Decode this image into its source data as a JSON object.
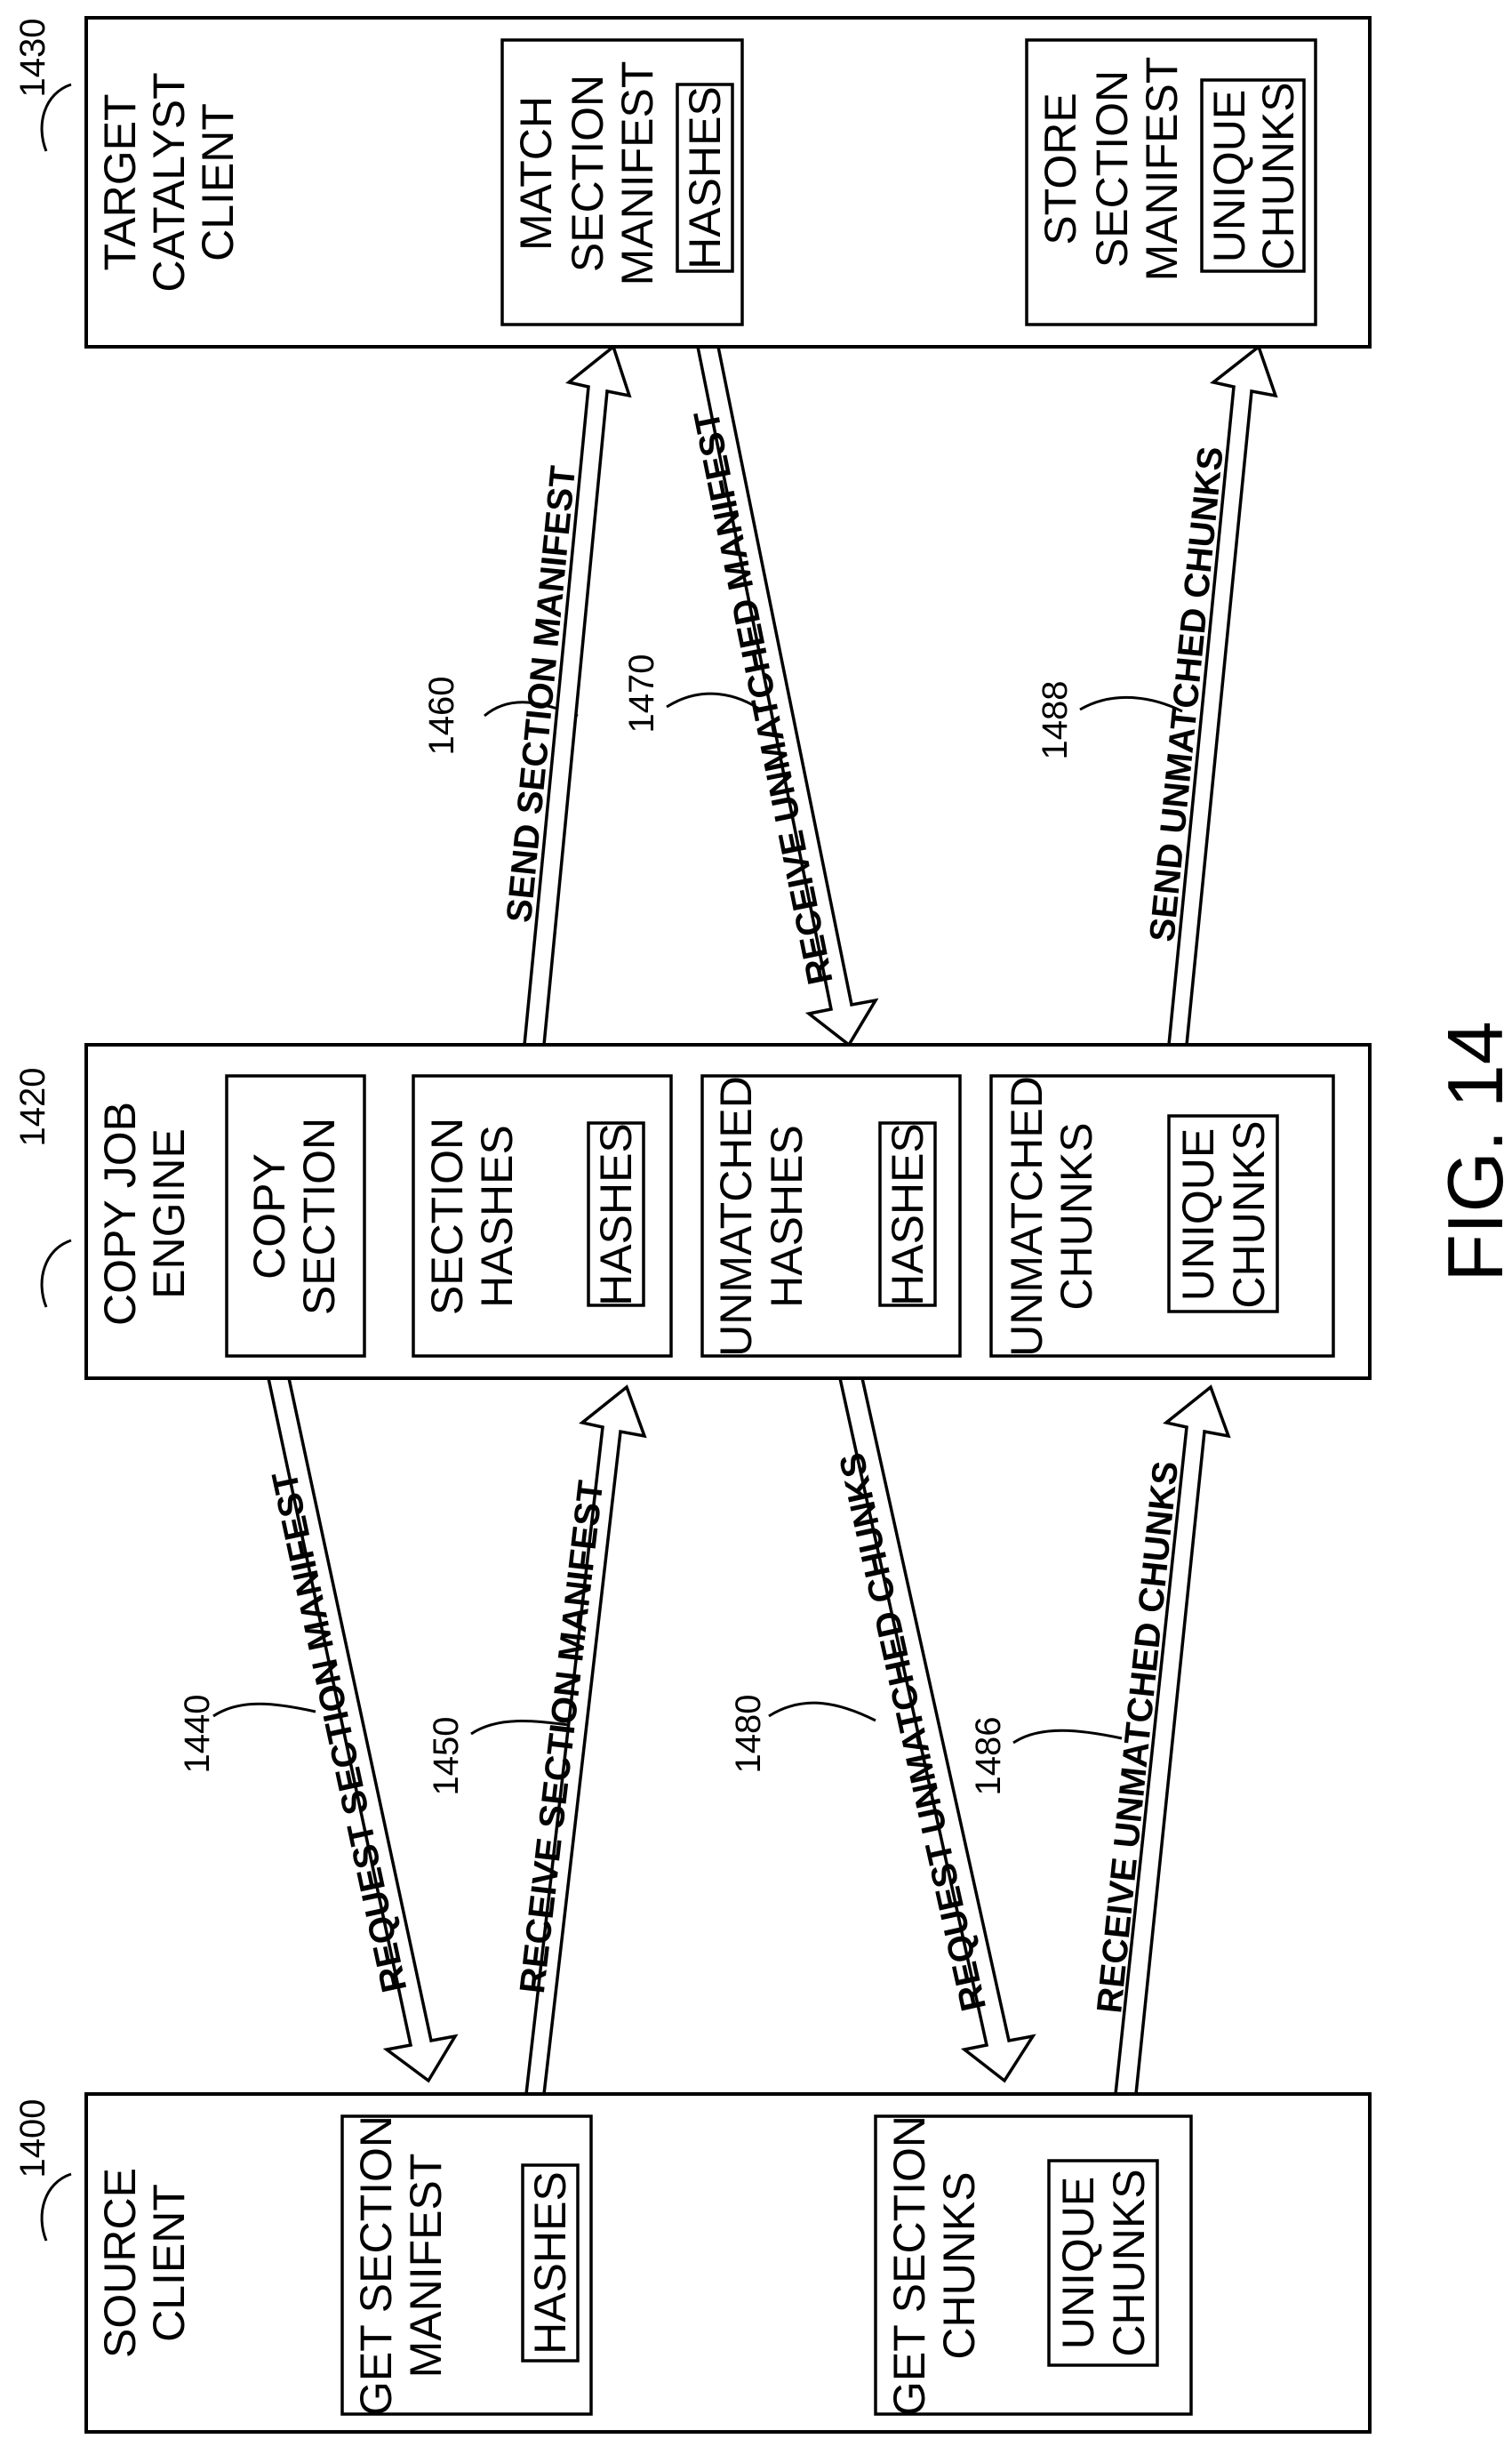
{
  "figure": {
    "label": "FIG. 14"
  },
  "entities": {
    "target": {
      "ref": "1430",
      "title": [
        "TARGET",
        "CATALYST",
        "CLIENT"
      ],
      "blocks": [
        {
          "lines": [
            "MATCH",
            "SECTION",
            "MANIFEST"
          ],
          "tag": [
            "HASHES"
          ]
        },
        {
          "lines": [
            "STORE",
            "SECTION",
            "MANIFEST"
          ],
          "tag": [
            "UNIQUE",
            "CHUNKS"
          ]
        }
      ]
    },
    "engine": {
      "ref": "1420",
      "title": [
        "COPY JOB",
        "ENGINE"
      ],
      "blocks": [
        {
          "lines": [
            "COPY",
            "SECTION"
          ]
        },
        {
          "lines": [
            "SECTION",
            "HASHES"
          ],
          "tag": [
            "HASHES"
          ]
        },
        {
          "lines": [
            "UNMATCHED",
            "HASHES"
          ],
          "tag": [
            "HASHES"
          ]
        },
        {
          "lines": [
            "UNMATCHED",
            "CHUNKS"
          ],
          "tag": [
            "UNIQUE",
            "CHUNKS"
          ]
        }
      ]
    },
    "source": {
      "ref": "1400",
      "title": [
        "SOURCE",
        "CLIENT"
      ],
      "blocks": [
        {
          "lines": [
            "GET SECTION",
            "MANIFEST"
          ],
          "tag": [
            "HASHES"
          ]
        },
        {
          "lines": [
            "GET SECTION",
            "CHUNKS"
          ],
          "tag": [
            "UNIQUE",
            "CHUNKS"
          ]
        }
      ]
    }
  },
  "messages": [
    {
      "ref": "1440",
      "label": "REQUEST SECTION MANIFEST"
    },
    {
      "ref": "1450",
      "label": "RECEIVE SECTION MANIFEST"
    },
    {
      "ref": "1480",
      "label": "REQUEST UNMATCHED CHUNKS"
    },
    {
      "ref": "1486",
      "label": "RECEIVE UNMATCHED CHUNKS"
    },
    {
      "ref": "1460",
      "label": "SEND SECTION MANIFEST"
    },
    {
      "ref": "1470",
      "label": "RECEIVE UNMATCHED MANIFEST"
    },
    {
      "ref": "1488",
      "label": "SEND UNMATCHED CHUNKS"
    }
  ]
}
